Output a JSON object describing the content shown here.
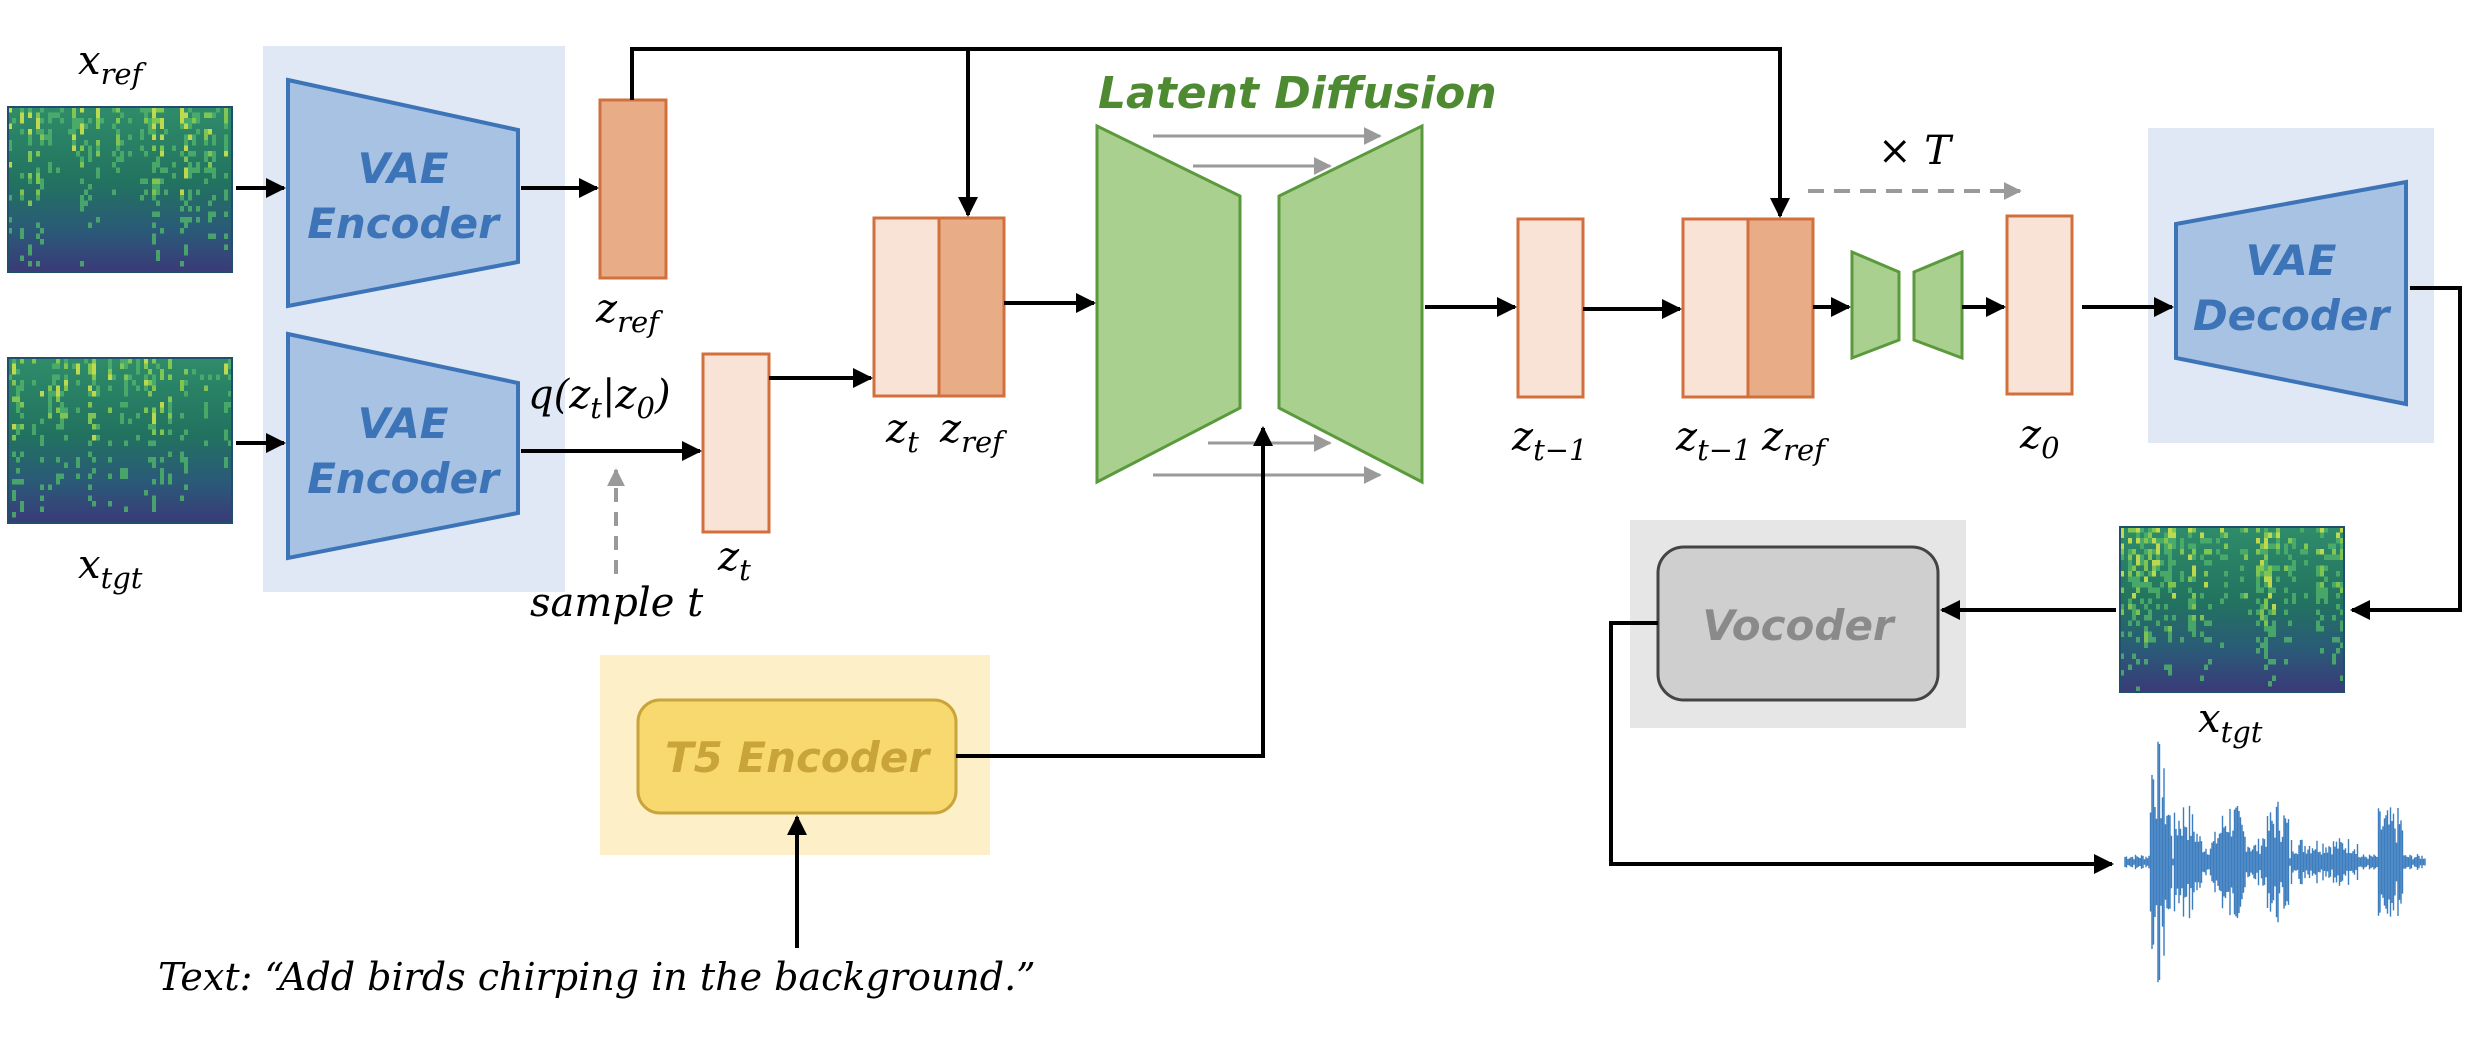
{
  "colors": {
    "encoder_bg": "#dfe8f4",
    "encoder_fill": "#a7c2e3",
    "encoder_stroke": "#3d74b8",
    "encoder_text": "#3d74b8",
    "latent_dark": "#e8ac86",
    "latent_light": "#f9e2d6",
    "latent_stroke": "#d2703d",
    "unet_fill": "#aad08f",
    "unet_stroke": "#5a9a3c",
    "title_green": "#4d8a32",
    "t5_bg": "#fdf0c9",
    "t5_fill": "#f8d970",
    "t5_stroke": "#c8a43a",
    "t5_text": "#c8a43a",
    "vocoder_bg": "#e6e6e6",
    "vocoder_fill": "#cfcfcf",
    "vocoder_stroke": "#444444",
    "vocoder_text": "#8a8a8a",
    "waveform": "#3b7dbf",
    "arrow": "#000000",
    "arrow_gray": "#9a9a9a"
  },
  "labels": {
    "x_ref": "x",
    "x_ref_sub": "ref",
    "x_tgt": "x",
    "x_tgt_sub": "tgt",
    "x_tgt_out": "x",
    "x_tgt_out_sub": "tgt",
    "z_ref": "z",
    "z_ref_sub": "ref",
    "z_t": "z",
    "z_t_sub": "t",
    "pair_zt": "z",
    "pair_zt_sub": "t",
    "pair_zref": "z",
    "pair_zref_sub": "ref",
    "z_t1": "z",
    "z_t1_sub": "t−1",
    "pair2_zt1": "z",
    "pair2_zt1_sub": "t−1",
    "pair2_zref": "z",
    "pair2_zref_sub": "ref",
    "z_0": "z",
    "z_0_sub": "0",
    "q_func": "q(z",
    "q_func_sub1": "t",
    "q_func_mid": "|z",
    "q_func_sub2": "0",
    "q_func_end": ")",
    "sample_t": "sample t",
    "times_T": "× T"
  },
  "blocks": {
    "vae_encoder_1": [
      "VAE",
      "Encoder"
    ],
    "vae_encoder_2": [
      "VAE",
      "Encoder"
    ],
    "vae_decoder": [
      "VAE",
      "Decoder"
    ],
    "latent_diffusion_title": "Latent Diffusion",
    "t5_encoder": "T5 Encoder",
    "vocoder": "Vocoder"
  },
  "text_prompt": "Text: “Add birds chirping in the background.”",
  "icons": {
    "spectrogram": "spectrogram-icon",
    "waveform": "waveform-icon"
  }
}
